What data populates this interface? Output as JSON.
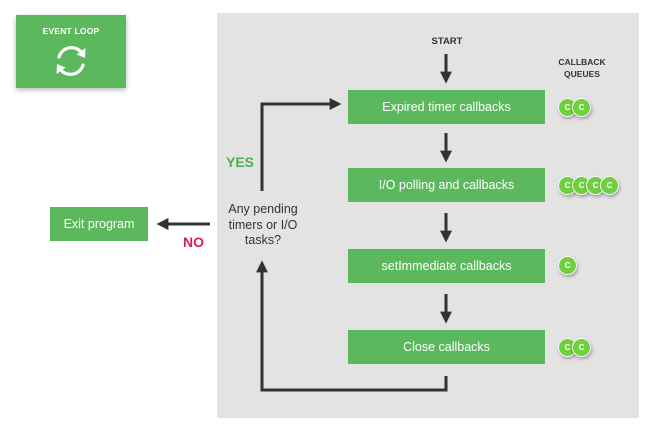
{
  "logo": {
    "title": "EVENT LOOP",
    "icon": "refresh-cycle-icon"
  },
  "labels": {
    "start": "START",
    "callback_queues_line1": "CALLBACK",
    "callback_queues_line2": "QUEUES",
    "yes": "YES",
    "no": "NO"
  },
  "decision": {
    "line1": "Any pending",
    "line2": "timers or I/O",
    "line3": "tasks?"
  },
  "exit": {
    "label": "Exit program"
  },
  "steps": [
    {
      "label": "Expired timer callbacks",
      "queue": [
        "C",
        "C"
      ]
    },
    {
      "label": "I/O polling and callbacks",
      "queue": [
        "C",
        "C",
        "C",
        "C"
      ]
    },
    {
      "label": "setImmediate callbacks",
      "queue": [
        "C"
      ]
    },
    {
      "label": "Close callbacks",
      "queue": [
        "C",
        "C"
      ]
    }
  ],
  "colors": {
    "box_green": "#5cb85c",
    "callback_green": "#6fcf3f",
    "yes_green": "#4caf50",
    "no_red": "#d81b60",
    "panel_gray": "#e3e3e3",
    "arrow": "#333333"
  }
}
